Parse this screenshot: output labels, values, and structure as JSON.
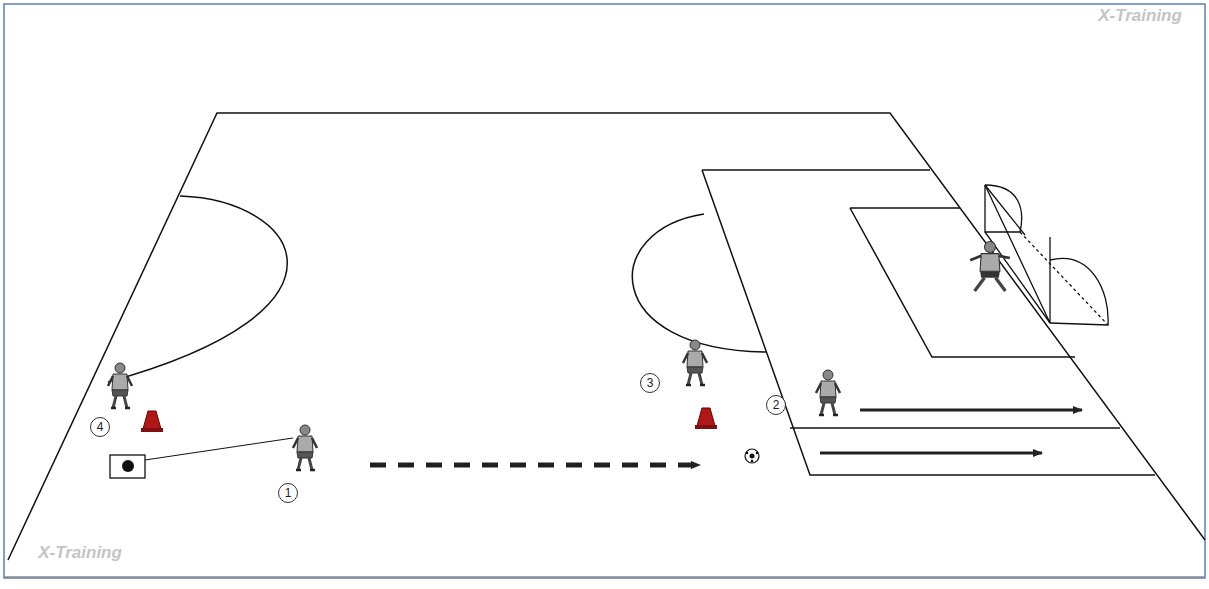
{
  "diagram": {
    "labels": [
      "X-Training",
      "4",
      "1",
      "3",
      "2",
      "X-Training"
    ]
  }
}
